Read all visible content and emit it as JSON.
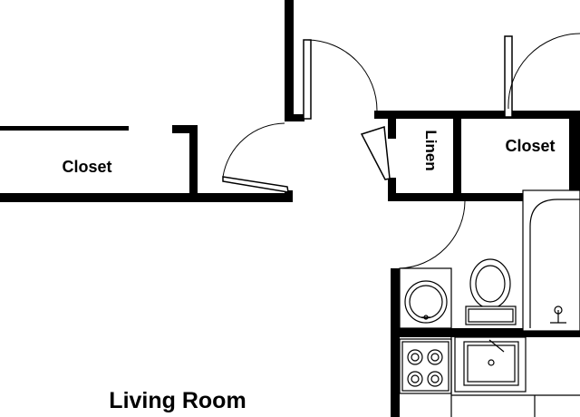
{
  "rooms": {
    "closet_left": "Closet",
    "closet_right": "Closet",
    "linen": "Linen",
    "living_room": "Living Room"
  }
}
